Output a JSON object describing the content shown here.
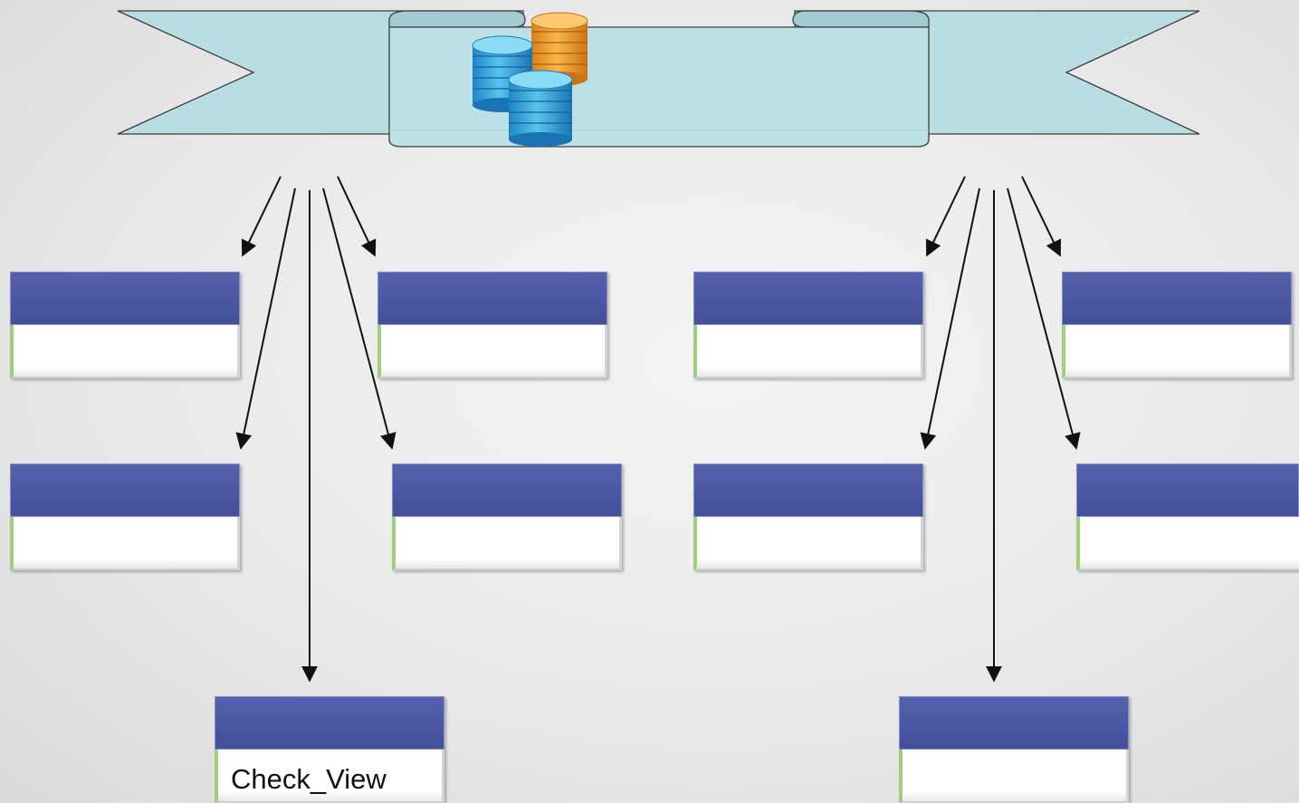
{
  "diagram": {
    "ribbon_colors": {
      "fill": "#b9dde3",
      "fold": "#a3cbd3",
      "stroke": "#3c3c3c"
    },
    "database_icon": "stacked-database-coins-icon",
    "table_colors": {
      "header": "#4a57a3",
      "body": "#ffffff",
      "accent": "#9ed07a"
    },
    "tables": [
      {
        "id": "t1",
        "label": ""
      },
      {
        "id": "t2",
        "label": ""
      },
      {
        "id": "t3",
        "label": ""
      },
      {
        "id": "t4",
        "label": ""
      },
      {
        "id": "t5",
        "label": "Check_View"
      },
      {
        "id": "t6",
        "label": ""
      },
      {
        "id": "t7",
        "label": ""
      },
      {
        "id": "t8",
        "label": ""
      },
      {
        "id": "t9",
        "label": ""
      },
      {
        "id": "t10",
        "label": ""
      }
    ]
  }
}
